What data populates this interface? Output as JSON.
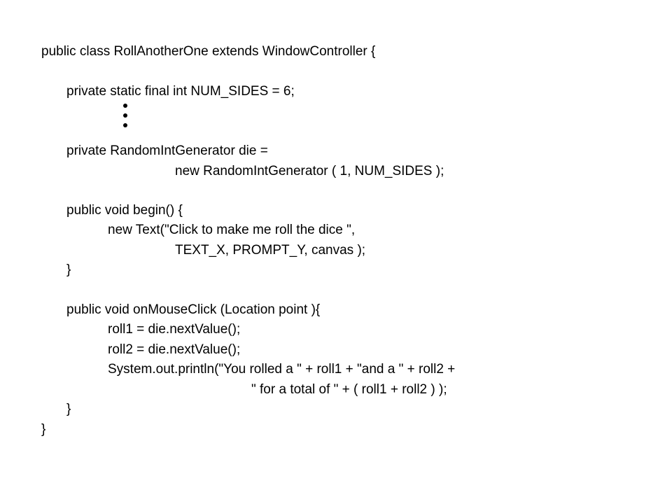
{
  "code": {
    "l1": "public class RollAnotherOne extends WindowController {",
    "l2": "private static final int NUM_SIDES = 6;",
    "l3": "private RandomIntGenerator die =",
    "l4": "new RandomIntGenerator ( 1, NUM_SIDES );",
    "l5": "public void begin() {",
    "l6": "new Text(\"Click to make me roll the dice \",",
    "l7": "TEXT_X, PROMPT_Y, canvas );",
    "l8": "}",
    "l9": "public void onMouseClick (Location point ){",
    "l10": "roll1 = die.nextValue();",
    "l11": "roll2 = die.nextValue();",
    "l12": "System.out.println(\"You rolled a \" + roll1 + \"and a \" + roll2 +",
    "l13": "\" for a total of \" + ( roll1 + roll2 ) );",
    "l14": "}",
    "l15": "}"
  }
}
